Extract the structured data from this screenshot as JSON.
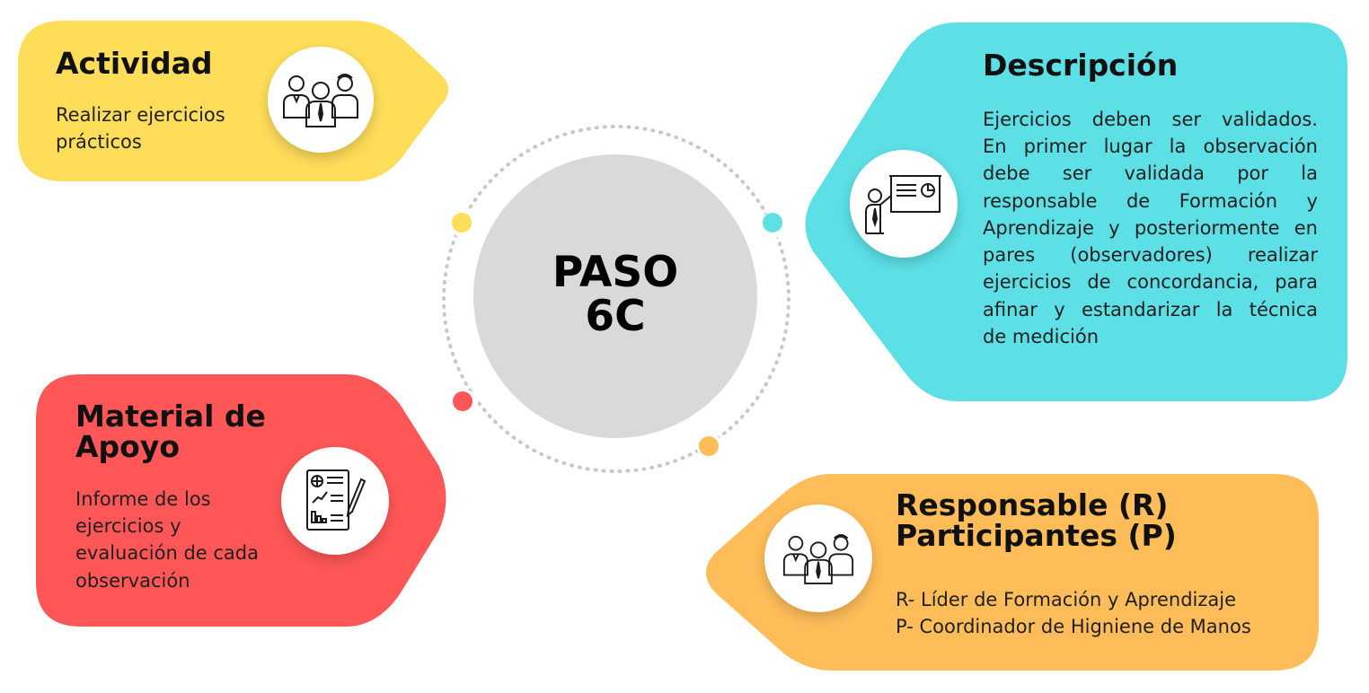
{
  "center": {
    "line1": "PASO",
    "line2": "6C",
    "circle_color": "#d9d9d9"
  },
  "actividad": {
    "title": "Actividad",
    "lines": [
      "Realizar ejercicios",
      "prácticos"
    ],
    "color": "#fedd59",
    "icon": "people-group-icon"
  },
  "descripcion": {
    "title": "Descripción",
    "lines": [
      "Ejercicios deben ser validados.",
      "En primer lugar la observación",
      "debe ser validada por la",
      "responsable de Formación y",
      "Aprendizaje y posteriormente en",
      "pares (observadores)  realizar",
      "ejercicios de concordancia, para",
      "afinar y estandarizar  la técnica",
      "de medición"
    ],
    "color": "#5ce0e6",
    "icon": "presentation-icon"
  },
  "material": {
    "title_line1": "Material de",
    "title_line2": "Apoyo",
    "lines": [
      "Informe de los",
      "ejercicios y",
      "evaluación de cada",
      "observación"
    ],
    "color": "#ff5757",
    "icon": "report-document-icon"
  },
  "responsable": {
    "title_line1": "Responsable (R)",
    "title_line2": "Participantes (P)",
    "lines": [
      "R- Líder de  Formación y Aprendizaje",
      "P- Coordinador de Higniene de Manos"
    ],
    "color": "#ffbd59",
    "icon": "people-group-icon"
  },
  "dots": {
    "yellow": "#fedd59",
    "cyan": "#5ce0e6",
    "red": "#ff5757",
    "orange": "#ffbd59"
  }
}
